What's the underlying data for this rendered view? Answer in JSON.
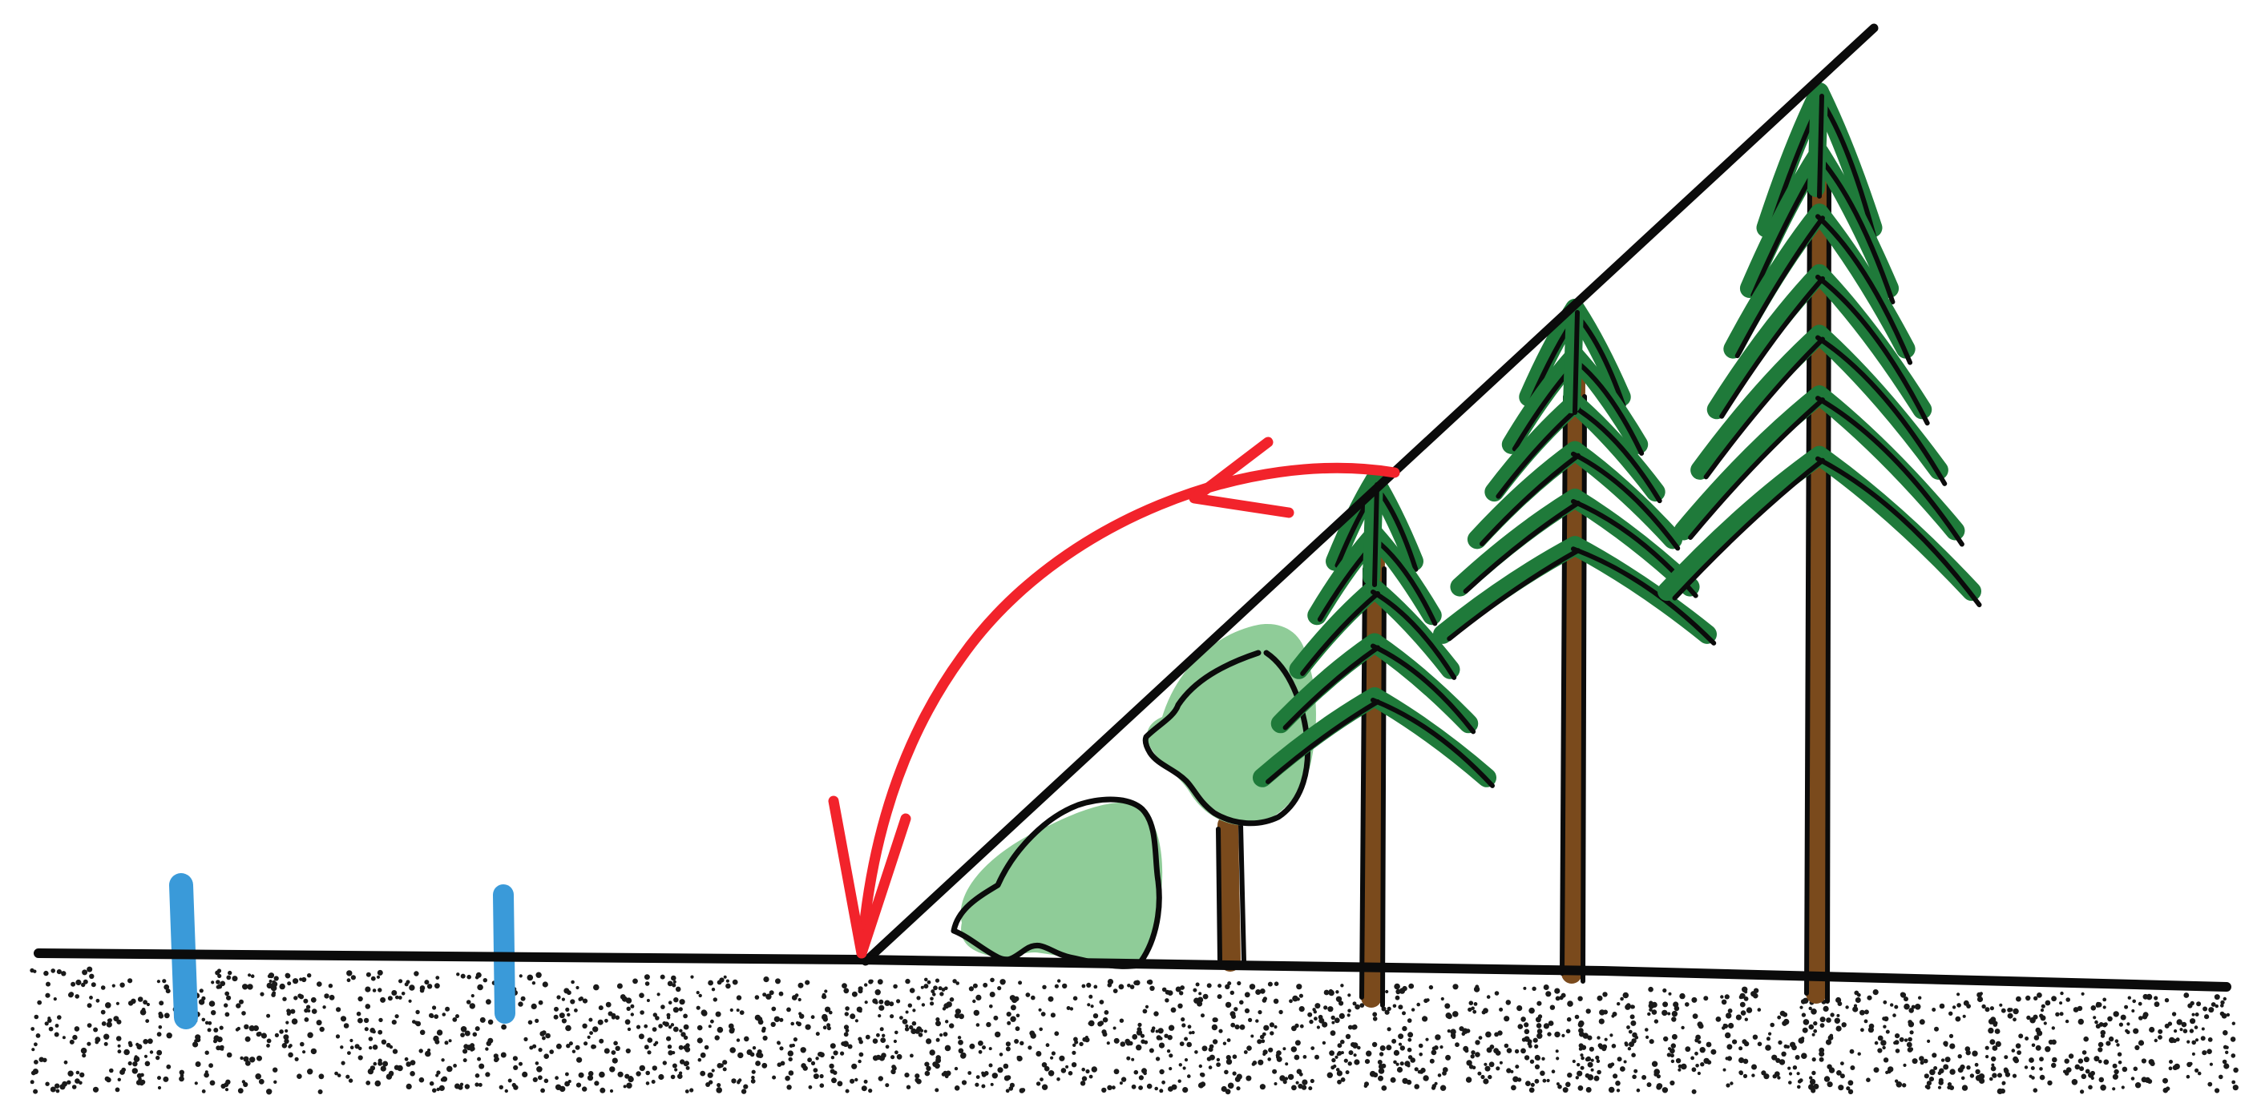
{
  "colors": {
    "background": "#ffffff",
    "ink": "#0b0b0b",
    "arrow": "#f2232b",
    "stakes": "#3a9ad9",
    "conifer_needles": "#1f7a3a",
    "broadleaf_crown": "#8fcc98",
    "trunk": "#7a4a1c",
    "soil_dots": "#1a1a1a"
  },
  "elements": {
    "ground": "ground-line",
    "soil": "soil-stipple",
    "slope_line": "sight-line",
    "arrow": "rotation-arrow",
    "stakes": [
      "blue-stake",
      "blue-stake"
    ],
    "plants": [
      "shrub",
      "broadleaf-tree",
      "conifer-small",
      "conifer-medium",
      "conifer-large"
    ]
  }
}
